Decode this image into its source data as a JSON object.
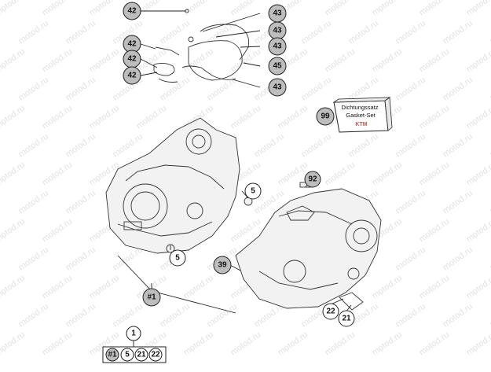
{
  "watermark": "motod.ru",
  "kit_box": {
    "line1": "Dichtungssatz",
    "line2": "Gasket-Set",
    "brand": "KTM"
  },
  "callouts": {
    "c42a": "42",
    "c42b": "42",
    "c42c": "42",
    "c42d": "42",
    "c43a": "43",
    "c43b": "43",
    "c43c": "43",
    "c43d": "43",
    "c45": "45",
    "c99": "99",
    "c5a": "5",
    "c5b": "5",
    "c92": "92",
    "c39": "39",
    "c22": "22",
    "c21": "21",
    "c1label": "#1",
    "c1": "1"
  },
  "kit_legend": {
    "items": [
      "#1",
      "5",
      "21",
      "22"
    ]
  }
}
